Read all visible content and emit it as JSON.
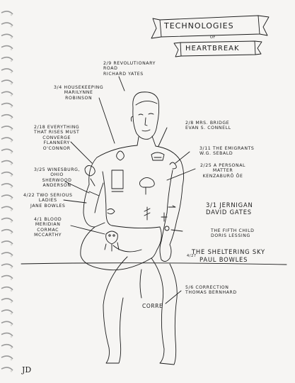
{
  "title": {
    "line1": "TECHNOLOGIES",
    "line2": "OF",
    "line3": "HEARTBREAK"
  },
  "annotations": [
    {
      "id": "yates",
      "text": "2/9 REVOLUTIONARY\nROAD\nRICHARD YATES"
    },
    {
      "id": "robinson",
      "text": "3/4 HOUSEKEEPING\nMARILYNNE\nROBINSON"
    },
    {
      "id": "bridge",
      "text": "2/8 MRS. BRIDGE\nEVAN S. CONNELL"
    },
    {
      "id": "oconnor",
      "text": "2/18 EVERYTHING\nTHAT RISES MUST\nCONVERGE\nFLANNERY\nO'CONNOR"
    },
    {
      "id": "sebald",
      "text": "3/11 THE EMIGRANTS\nW.G. SEBALD"
    },
    {
      "id": "oe",
      "text": "2/25 A PERSONAL\nMATTER\nKENZABURŌ ŌE"
    },
    {
      "id": "anderson",
      "text": "3/25 WINESBURG,\nOHIO\nSHERWOOD\nANDERSON"
    },
    {
      "id": "bowles_jane",
      "text": "4/22 TWO SERIOUS\nLADIES\nJANE BOWLES"
    },
    {
      "id": "gates",
      "text": "3/1 JERNIGAN\nDAVID GATES"
    },
    {
      "id": "mccarthy",
      "text": "4/1 BLOOD\nMERIDIAN\nCORMAC\nMCCARTHY"
    },
    {
      "id": "lessing",
      "text": "THE FIFTH CHILD\nDORIS LESSING"
    },
    {
      "id": "bowles_paul_title",
      "text": "THE SHELTERING SKY"
    },
    {
      "id": "bowles_paul_date",
      "text": "4/27"
    },
    {
      "id": "bowles_paul_name",
      "text": "PAUL BOWLES"
    },
    {
      "id": "bernhard",
      "text": "5/6 CORRECTION\nTHOMAS BERNHARD"
    }
  ],
  "sketch_words": {
    "corre": "CORRE",
    "signature": "JD"
  },
  "colors": {
    "paper": "#f6f5f3",
    "ink": "#1c1c1c"
  }
}
